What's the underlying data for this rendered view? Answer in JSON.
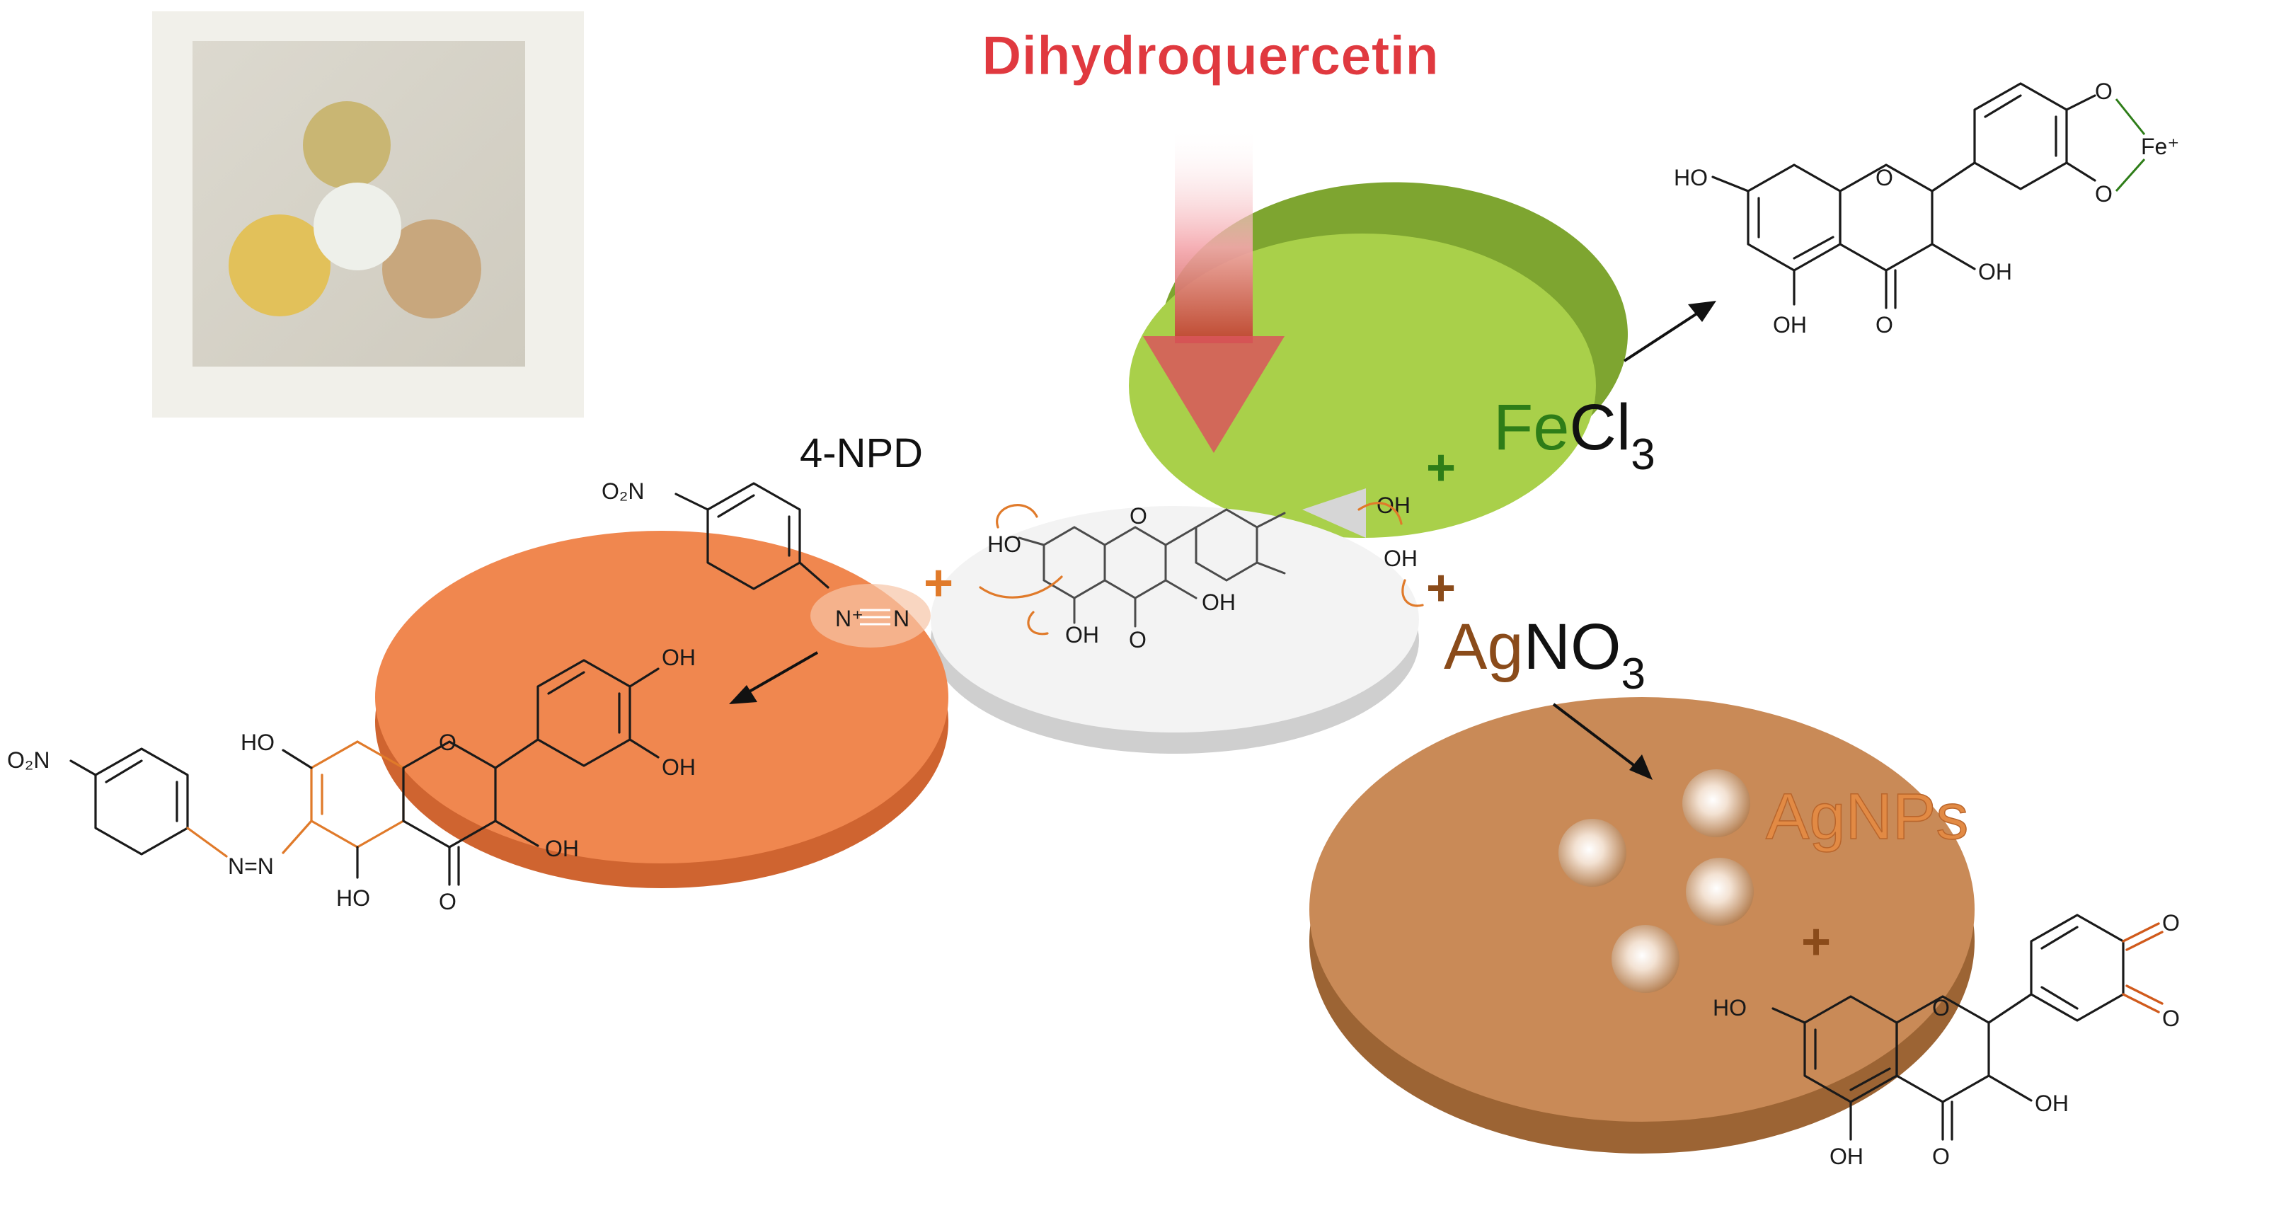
{
  "title": "Dihydroquercetin",
  "reagents": {
    "npd": "4-NPD",
    "fe_prefix": "Fe",
    "fe_suffix": "Cl",
    "fe_sub": "3",
    "ag_prefix": "Ag",
    "ag_suffix": "NO",
    "ag_sub": "3",
    "agnps": "AgNPs"
  },
  "plus": "+",
  "atoms": {
    "ho": "HO",
    "oh": "OH",
    "o": "O",
    "o2n": "O₂N",
    "fe_plus": "Fe⁺",
    "n": "N",
    "n_plus": "N⁺",
    "nn": "N=N"
  },
  "colors": {
    "orange_disc": "#f0874f",
    "green_disc": "#a9d04a",
    "brown_disc": "#c98a57",
    "white_disc": "#f2f2f2",
    "title_red": "#e0393f",
    "fe_green": "#2e7d18",
    "ag_brown": "#8a4b1a",
    "agnps_orange": "#e28a44"
  }
}
